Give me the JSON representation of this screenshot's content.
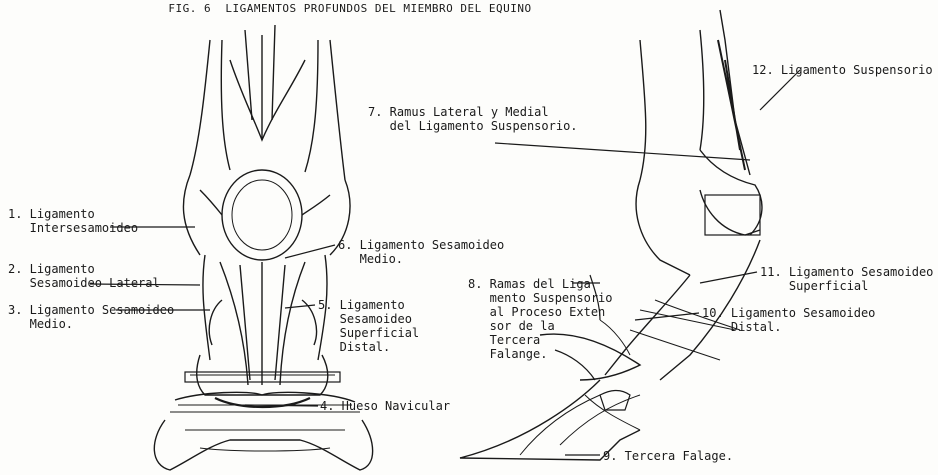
{
  "figure": {
    "title": "FIG. 6  LIGAMENTOS PROFUNDOS DEL MIEMBRO DEL EQUINO"
  },
  "labels": {
    "l1": "1. Ligamento\n   Intersesamoideo",
    "l2": "2. Ligamento\n   Sesamoideo Lateral",
    "l3": "3. Ligamento Sesamoideo\n   Medio.",
    "l4": "4. Hueso Navicular",
    "l5": "5. Ligamento\n   Sesamoideo\n   Superficial\n   Distal.",
    "l6": "6. Ligamento Sesamoideo\n   Medio.",
    "l7": "7. Ramus Lateral y Medial\n   del Ligamento Suspensorio.",
    "l8": "8. Ramas del Liga\n   mento Suspensorio\n   al Proceso Exten\n   sor de la\n   Tercera\n   Falange.",
    "l9": "9. Tercera Falage.",
    "l10": "10. Ligamento Sesamoideo\n    Distal.",
    "l11": "11. Ligamento Sesamoideo\n    Superficial",
    "l12": "12. Ligamento Suspensorio"
  },
  "colors": {
    "ink": "#1a1a1a",
    "paper": "#fdfdfb"
  }
}
